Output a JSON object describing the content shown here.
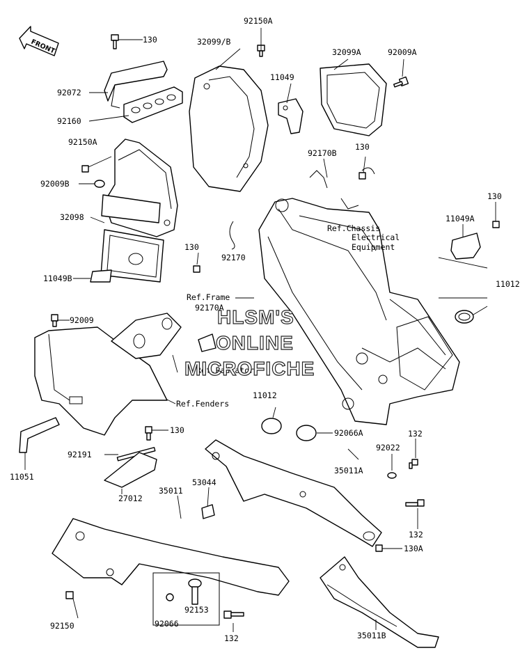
{
  "front_label": "FRONT",
  "watermark": [
    "HLSM'S",
    "ONLINE",
    "MICROFICHE"
  ],
  "labels": {
    "l130a": "130",
    "l92072": "92072",
    "l92160": "92160",
    "l92150a_top": "92150A",
    "l32099b": "32099/B",
    "l11049": "11049",
    "l32099a": "32099A",
    "l92009a": "92009A",
    "l92150a_left": "92150A",
    "l92009b": "92009B",
    "l32098": "32098",
    "l11049b": "11049B",
    "l92170b": "92170B",
    "l130b": "130",
    "l130c": "130",
    "l11049a": "11049A",
    "l130d": "130",
    "l92170": "92170",
    "ref_chassis_1": "Ref.Chassis",
    "ref_chassis_2": "Electrical",
    "ref_chassis_3": "Equipment",
    "ref_frame": "Ref.Frame",
    "l92170a": "92170A",
    "l11012a": "11012",
    "l92009": "92009",
    "ref_radiator": "Ref.Radiator",
    "ref_fenders": "Ref.Fenders",
    "l11051": "11051",
    "l130e": "130",
    "l92191": "92191",
    "l27012": "27012",
    "l35011": "35011",
    "l53044": "53044",
    "l11012b": "11012",
    "l92066a": "92066A",
    "l92022": "92022",
    "l132a": "132",
    "l35011a": "35011A",
    "l132b": "132",
    "l130f": "130A",
    "l92153": "92153",
    "l92066": "92066",
    "l92150": "92150",
    "l132c": "132",
    "l35011b": "35011B"
  }
}
